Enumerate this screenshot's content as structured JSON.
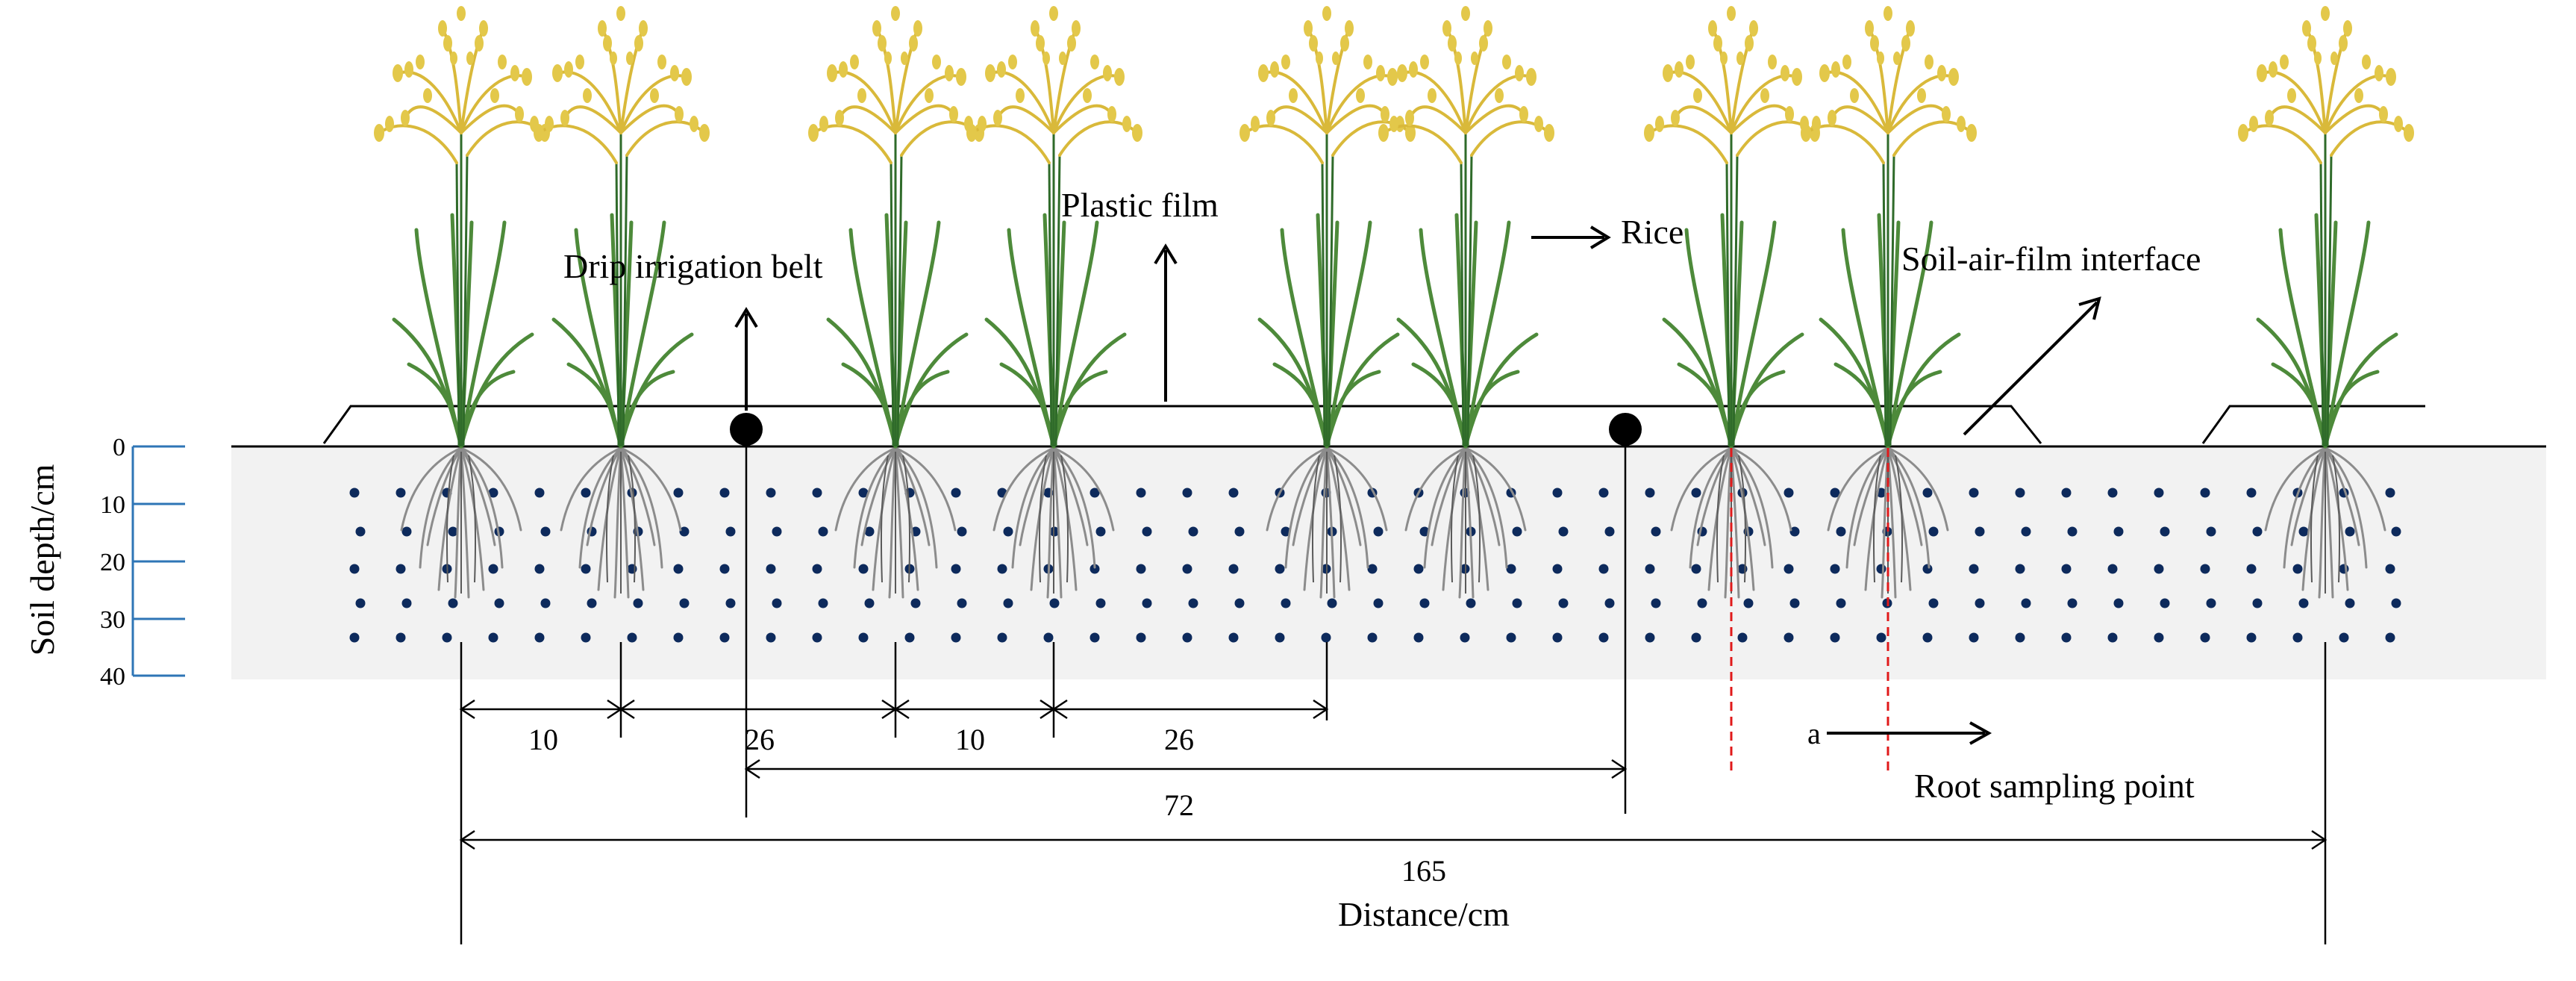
{
  "labels": {
    "plastic_film": "Plastic film",
    "drip_irrigation_belt": "Drip irrigation belt",
    "rice": "Rice",
    "soil_air_film_interface": "Soil-air-film interface",
    "root_sampling_point": "Root sampling point",
    "root_sampling_marker": "a",
    "x_axis_title": "Distance/cm",
    "y_axis_title": "Soil depth/cm"
  },
  "depth_ticks": [
    "0",
    "10",
    "20",
    "30",
    "40"
  ],
  "dimensions": {
    "plant_spacing_1": "10",
    "gap_1": "26",
    "plant_spacing_2": "10",
    "gap_2": "26",
    "drip_spacing": "72",
    "total_width": "165"
  },
  "colors": {
    "soil": "#f2f2f2",
    "sample_dot": "#0d2a5c",
    "depth_scale": "#2e75b6",
    "sampling_line": "#e0191a",
    "leaf": "#4d8a3a",
    "panicle": "#e3c84a",
    "root": "#8c8c8c"
  },
  "icons": {
    "rice_plant": "rice-plant-icon",
    "root": "root-system-icon",
    "drip_emitter": "drip-emitter-icon"
  }
}
